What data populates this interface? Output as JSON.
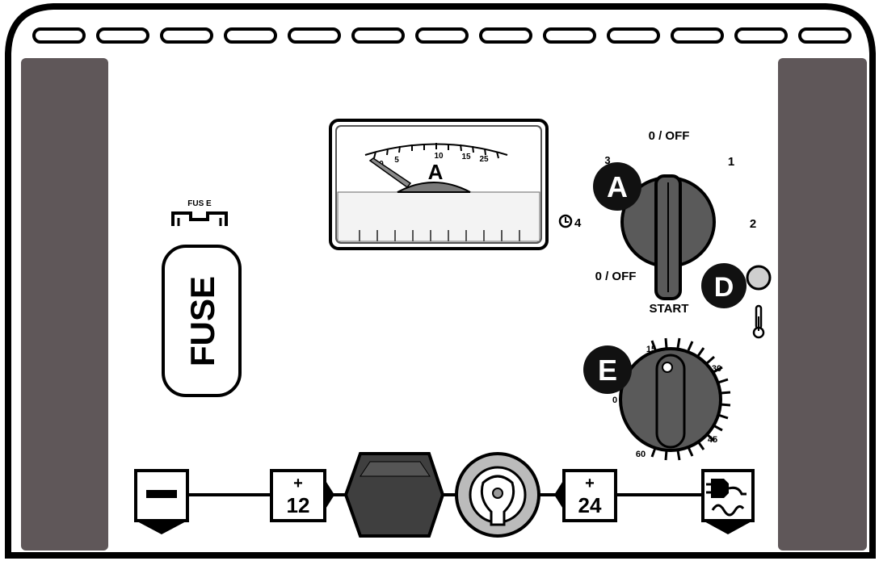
{
  "colors": {
    "outline": "#000000",
    "panel": "#ffffff",
    "side_panels": "#5f5759",
    "knob": "#5a5a5a",
    "dial_face": "#f5f5f5",
    "indicator": "#cfcfcf",
    "nut": "#3f3f3f"
  },
  "fuse_holder": {
    "caption": "FUS E",
    "label": "FUSE"
  },
  "ammeter": {
    "unit": "A",
    "scale_labels": [
      "0",
      "5",
      "10",
      "15",
      "25"
    ]
  },
  "timer_switch": {
    "badge": "A",
    "top_label": "0 / OFF",
    "pos_1": "1",
    "pos_2": "2",
    "pos_3": "3",
    "pos_4": "4",
    "left_label": "0 / OFF",
    "start_label": "START"
  },
  "thermal_indicator": {
    "badge": "D"
  },
  "time_dial": {
    "badge": "E",
    "labels": [
      "15",
      "30",
      "45",
      "60",
      "0"
    ]
  },
  "terminals": {
    "negative_symbol": "−",
    "plus_12_sign": "+",
    "plus_12_value": "12",
    "plus_24_sign": "+",
    "plus_24_value": "24"
  },
  "icons": [
    "clock-icon",
    "thermometer-icon",
    "mains-plug-ac-icon",
    "hex-nut-icon",
    "socket-icon"
  ]
}
